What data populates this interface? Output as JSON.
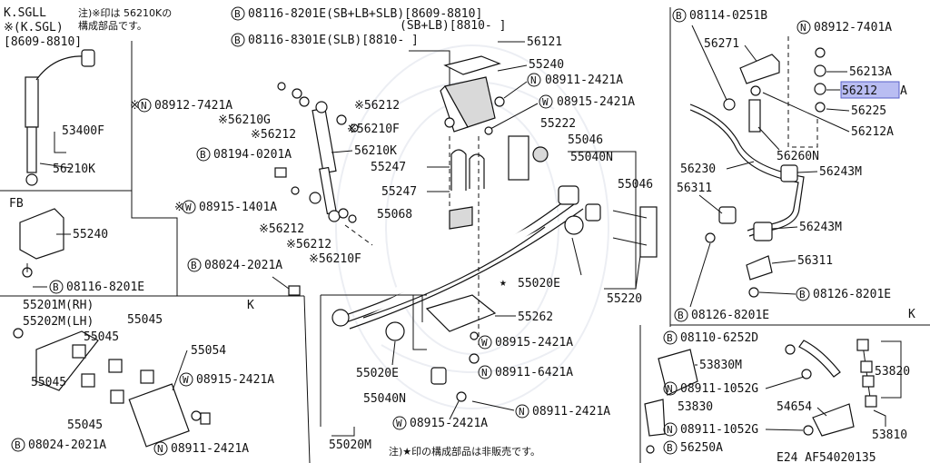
{
  "notes": {
    "top_left_model": "K.SGLL",
    "top_left_note": "注)※印は 56210Kの",
    "top_left_model2": "※(K.SGL)",
    "top_left_note2": "構成部品です。",
    "top_left_date": "[8609-8810]",
    "bottom_note": "注)★印の構成部品は非販売です。",
    "label_fb": "FB",
    "label_k1": "K",
    "label_k2": "K",
    "diagram_code": "E24  AF54020135"
  },
  "markers": {
    "b": "B",
    "n": "N",
    "w": "W"
  },
  "callouts": {
    "b_08116_8201e_sb": "08116-8201E(SB+LB+SLB)[8609-8810]",
    "sb_lb_8810": "(SB+LB)[8810-     ]",
    "b_08116_8301e_slb": "08116-8301E(SLB)[8810-     ]",
    "p56121": "56121",
    "p55240_top": "55240",
    "n_08911_2421a_top": "08911-2421A",
    "w_08915_2421a_top": "08915-2421A",
    "p55222": "55222",
    "p55046_a": "55046",
    "p55040n_a": "55040N",
    "p55046_b": "55046",
    "p53400f": "53400F",
    "p56210k_left": "56210K",
    "n_08912_7421a_mid": "08912-7421A",
    "p56210g": "※56210G",
    "p56212_a": "※56212",
    "p56212_b": "※56212",
    "p56210f_a": "※56210F",
    "p56210k_mid": "56210K",
    "b_08194_0201a": "08194-0201A",
    "p55247_a": "55247",
    "p55247_b": "55247",
    "w_08915_1401a": "08915-1401A",
    "p55068": "55068",
    "p56212_c": "※56212",
    "p56212_d": "※56212",
    "p56210f_b": "※56210F",
    "p55240_fb": "55240",
    "b_08116_8201e_fb": "08116-8201E",
    "b_08024_2021a_mid": "08024-2021A",
    "p55020e_a": "55020E",
    "p55220": "55220",
    "star": "★",
    "p55201m": "55201M(RH)",
    "p55202m": "55202M(LH)",
    "p55045_a": "55045",
    "p55045_b": "55045",
    "p55045_c": "55045",
    "p55045_d": "55045",
    "p55054": "55054",
    "w_08915_2421a_left": "08915-2421A",
    "b_08024_2021a_left": "08024-2021A",
    "n_08911_2421a_left": "08911-2421A",
    "p55262": "55262",
    "w_08915_2421a_c": "08915-2421A",
    "p55020e_b": "55020E",
    "n_08911_6421a": "08911-6421A",
    "p55040n_b": "55040N",
    "n_08911_2421a_c": "08911-2421A",
    "w_08915_2421a_d": "08915-2421A",
    "p55020m": "55020M",
    "b_08114_0251b": "08114-0251B",
    "p56271": "56271",
    "n_08912_7401a": "08912-7401A",
    "p56213a": "56213A",
    "p56212a_hl": "56212",
    "p56212a_hl_suffix": "A",
    "p56225": "56225",
    "p56212a_b": "56212A",
    "p56260n": "56260N",
    "p56230": "56230",
    "p56243m_a": "56243M",
    "p56311_a": "56311",
    "p56243m_b": "56243M",
    "p56311_b": "56311",
    "b_08126_8201e_a": "08126-8201E",
    "b_08126_8201e_b": "08126-8201E",
    "b_08110_6252d": "08110-6252D",
    "p53830m": "53830M",
    "n_08911_1052g_a": "08911-1052G",
    "p53830": "53830",
    "p54654": "54654",
    "n_08911_1052g_b": "08911-1052G",
    "p56250a": "56250A",
    "p53820": "53820",
    "p53810": "53810"
  },
  "highlight_color": "#b9bdf2"
}
